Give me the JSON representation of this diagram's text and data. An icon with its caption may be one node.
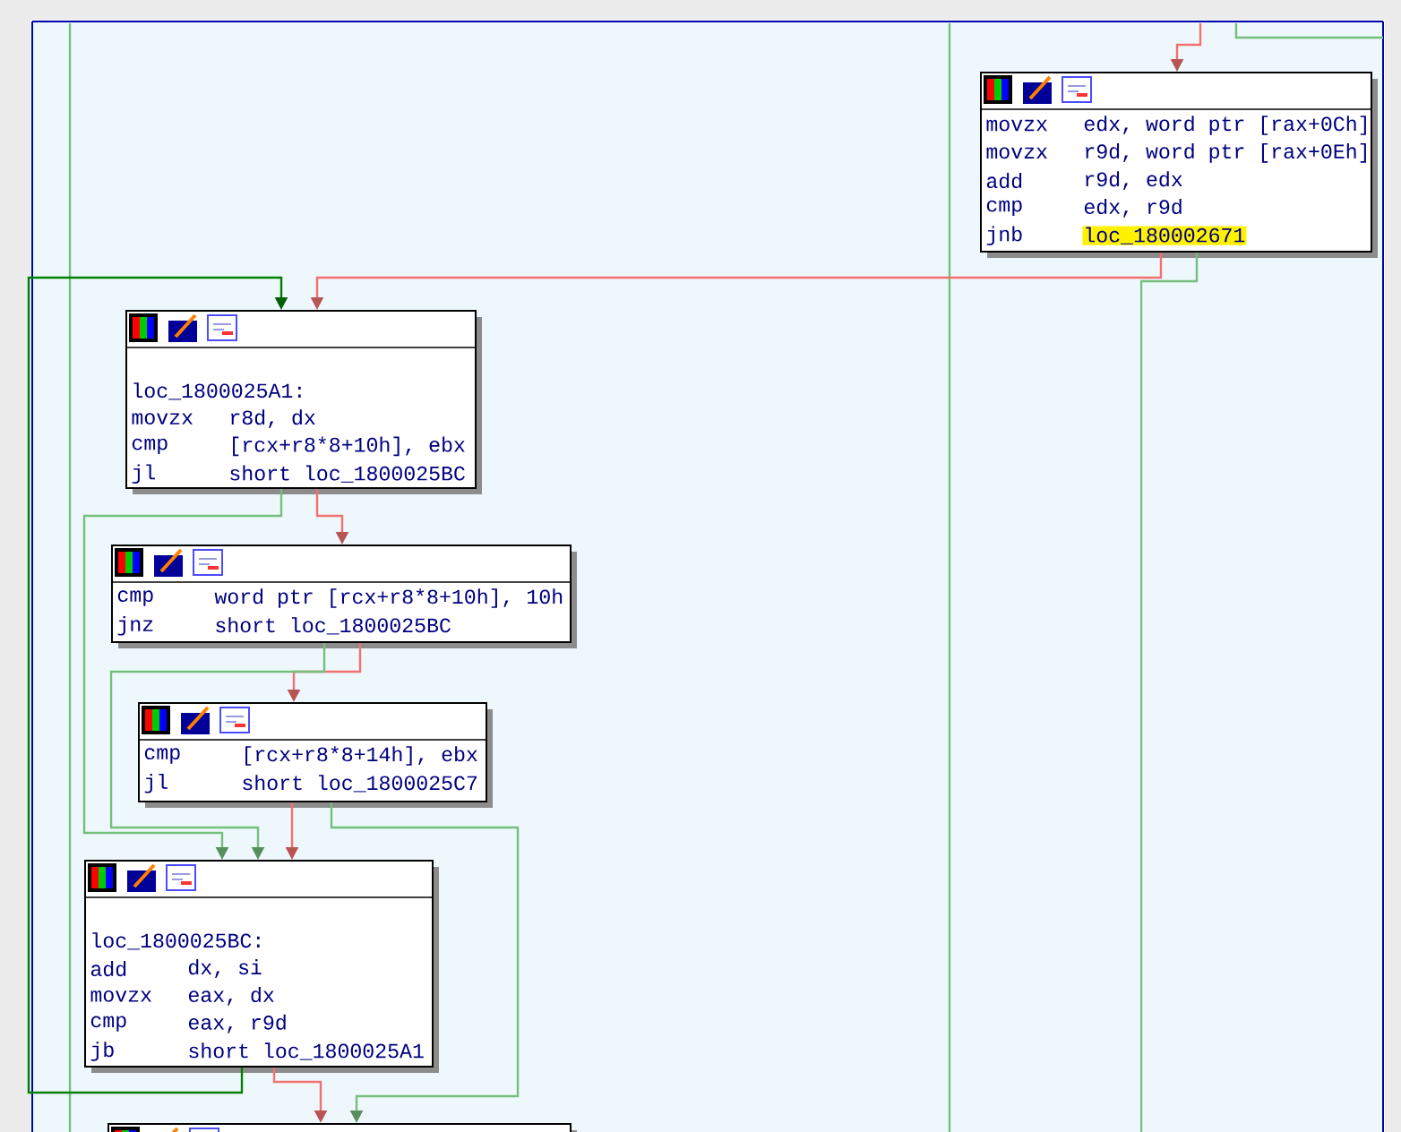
{
  "diagram": {
    "nodes": [
      {
        "text": [
          "movzx",
          "edx, word ptr [rax+0Ch]",
          "movzx",
          "r9d, word ptr [rax+0Eh]",
          "add",
          "r9d, edx",
          "cmp",
          "edx, r9d",
          "jnb",
          "loc_180002671"
        ]
      },
      {
        "text": [
          "loc_1800025A1:",
          "movzx",
          "r8d, dx",
          "cmp",
          "[rcx+r8*8+10h], ebx",
          "jl",
          "short loc_1800025BC"
        ]
      },
      {
        "text": [
          "cmp",
          "word ptr [rcx+r8*8+10h], 10h",
          "jnz",
          "short loc_1800025BC"
        ]
      },
      {
        "text": [
          "cmp",
          "[rcx+r8*8+14h], ebx",
          "jl",
          "short loc_1800025C7"
        ]
      },
      {
        "text": [
          "loc_1800025BC:",
          "add",
          "dx, si",
          "movzx",
          "eax, dx",
          "cmp",
          "eax, r9d",
          "jb",
          "short loc_1800025A1"
        ]
      },
      {
        "text": [],
        "shape": "box"
      }
    ],
    "edges": [
      {
        "from": null,
        "to": 0,
        "arrow": "to",
        "color": "#f47070"
      },
      {
        "from": 0,
        "to": 1,
        "arrow": "to",
        "color": "#f47070"
      },
      {
        "from": 0,
        "to": null,
        "arrow": "none",
        "color": "#74bf7c"
      },
      {
        "from": 4,
        "to": 1,
        "arrow": "to",
        "color": "#008000"
      },
      {
        "from": 1,
        "to": 2,
        "arrow": "to",
        "color": "#f47070"
      },
      {
        "from": 1,
        "to": 4,
        "arrow": "to",
        "color": "#74bf7c"
      },
      {
        "from": 2,
        "to": 3,
        "arrow": "to",
        "color": "#f47070"
      },
      {
        "from": 2,
        "to": 4,
        "arrow": "to",
        "color": "#74bf7c"
      },
      {
        "from": 3,
        "to": 4,
        "arrow": "to",
        "color": "#f47070"
      },
      {
        "from": 3,
        "to": 5,
        "arrow": "to",
        "color": "#74bf7c"
      },
      {
        "from": 4,
        "to": 5,
        "arrow": "to",
        "color": "#f47070"
      }
    ]
  }
}
